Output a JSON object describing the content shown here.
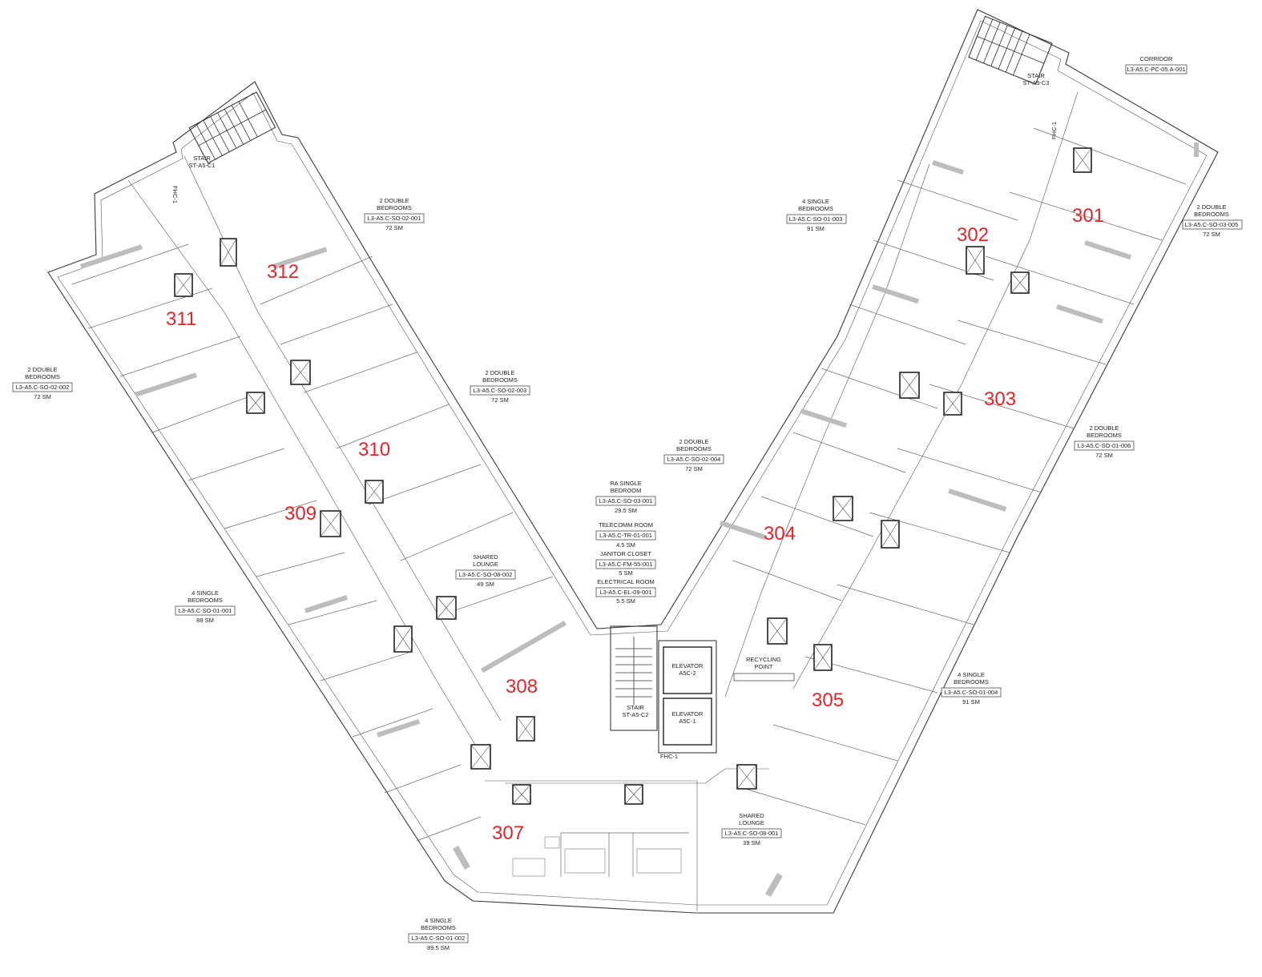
{
  "room_numbers": [
    "301",
    "302",
    "303",
    "304",
    "305",
    "307",
    "308",
    "309",
    "310",
    "311",
    "312"
  ],
  "space_labels": [
    {
      "name": "corridor",
      "lines": [
        "CORRIDOR"
      ],
      "code": "L3-A5.C-PC-05.A-001",
      "area": ""
    },
    {
      "name": "room-312",
      "lines": [
        "2 DOUBLE",
        "BEDROOMS"
      ],
      "code": "L3-A5.C-SO-02-001",
      "area": "72 SM"
    },
    {
      "name": "room-302",
      "lines": [
        "4 SINGLE",
        "BEDROOMS"
      ],
      "code": "L3-A5.C-SO-01-003",
      "area": "91 SM"
    },
    {
      "name": "room-301",
      "lines": [
        "2 DOUBLE",
        "BEDROOMS"
      ],
      "code": "L3-A5.C-SO-03-005",
      "area": "72 SM"
    },
    {
      "name": "room-311",
      "lines": [
        "2 DOUBLE",
        "BEDROOMS"
      ],
      "code": "L3-A5.C-SO-02-002",
      "area": "72 SM"
    },
    {
      "name": "room-310",
      "lines": [
        "2 DOUBLE",
        "BEDROOMS"
      ],
      "code": "L3-A5.C-SO-02-003",
      "area": "72 SM"
    },
    {
      "name": "room-304",
      "lines": [
        "2 DOUBLE",
        "BEDROOMS"
      ],
      "code": "L3-A5.C-SO-02-004",
      "area": "72 SM"
    },
    {
      "name": "room-303",
      "lines": [
        "2 DOUBLE",
        "BEDROOMS"
      ],
      "code": "L3-A5.C-SO-01-006",
      "area": "72 SM"
    },
    {
      "name": "ra-single",
      "lines": [
        "RA SINGLE",
        "BEDROOM"
      ],
      "code": "L3-A5.C-SO-03-001",
      "area": "29.5 SM"
    },
    {
      "name": "telecomm",
      "lines": [
        "TELECOMM ROOM"
      ],
      "code": "L3-A5.C-TR-01-001",
      "area": "4.5 SM"
    },
    {
      "name": "janitor",
      "lines": [
        "JANITOR CLOSET"
      ],
      "code": "L3-A5.C-FM-55-001",
      "area": "5 SM"
    },
    {
      "name": "electrical",
      "lines": [
        "ELECTRICAL ROOM"
      ],
      "code": "L3-A5.C-EL-09-001",
      "area": "5.5 SM"
    },
    {
      "name": "lounge-west",
      "lines": [
        "SHARED",
        "LOUNGE"
      ],
      "code": "L3-A5.C-SO-08-002",
      "area": "49 SM"
    },
    {
      "name": "room-309",
      "lines": [
        "4 SINGLE",
        "BEDROOMS"
      ],
      "code": "L3-A5.C-SO-01-001",
      "area": "88 SM"
    },
    {
      "name": "room-305",
      "lines": [
        "4 SINGLE",
        "BEDROOMS"
      ],
      "code": "L3-A5.C-SO-01-004",
      "area": "91 SM"
    },
    {
      "name": "lounge-east",
      "lines": [
        "SHARED",
        "LOUNGE"
      ],
      "code": "L3-A5.C-SO-08-001",
      "area": "39 SM"
    },
    {
      "name": "room-307",
      "lines": [
        "4 SINGLE",
        "BEDROOMS"
      ],
      "code": "L3-A5.C-SO-01-002",
      "area": "89.5 SM"
    }
  ],
  "misc_labels": [
    "STAIR",
    "ST-A5-C1",
    "STAIR",
    "ST-A5-C3",
    "STAIR",
    "ST-A5-C2",
    "ELEVATOR",
    "A5C-2",
    "ELEVATOR",
    "A5C-1",
    "RECYCLING",
    "POINT",
    "FHC-1",
    "FHC-1",
    "FHC-1"
  ],
  "colors": {
    "room_number": "#e0262b",
    "line": "#3a3a3a",
    "shade": "#bdbdbd"
  }
}
